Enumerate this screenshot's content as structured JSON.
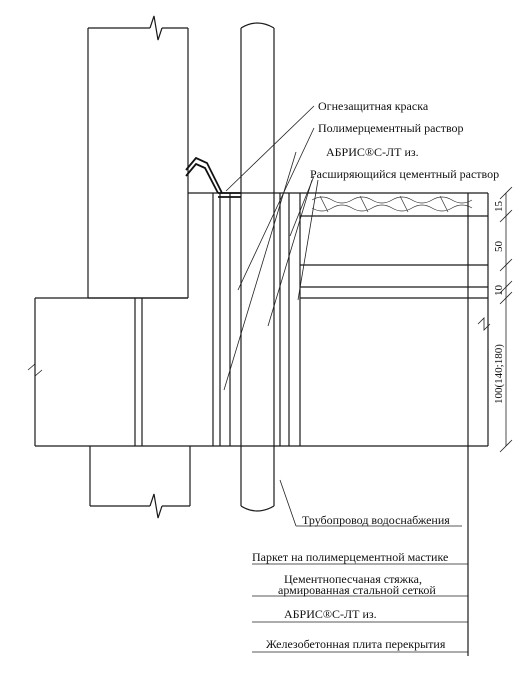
{
  "labels": {
    "fire_paint": "Огнезащитная краска",
    "polymer_mortar": "Полимерцементный раствор",
    "abris_top": "АБРИС®С-ЛТ из.",
    "expanding_mortar": "Расширяющийся цементный раствор",
    "pipe": "Трубопровод водоснабжения",
    "parquet": "Паркет на полимерцементной мастике",
    "screed_line1": "Цементнопесчаная стяжка,",
    "screed_line2": "армированная стальной сеткой",
    "abris_bottom": "АБРИС®С-ЛТ из.",
    "slab": "Железобетонная плита перекрытия"
  },
  "dimensions": {
    "d15": "15",
    "d50": "50",
    "d10": "10",
    "d100": "100(140;180)"
  }
}
